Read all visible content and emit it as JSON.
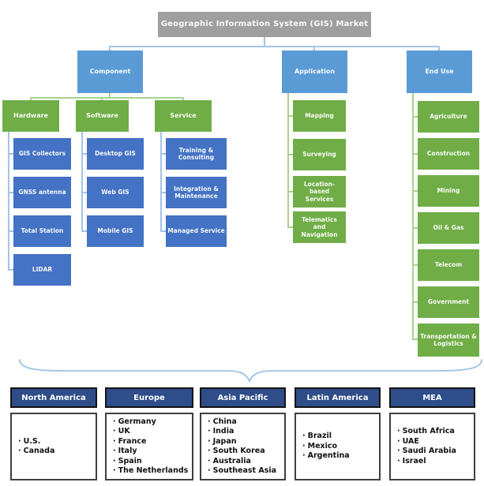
{
  "root": {
    "label": "Geographic Information System (GIS) Market"
  },
  "tree": {
    "branches": [
      {
        "label": "Component",
        "groups": [
          {
            "label": "Hardware",
            "children": [
              "GIS Collectors",
              "GNSS antenna",
              "Total Station",
              "LIDAR"
            ]
          },
          {
            "label": "Software",
            "children": [
              "Desktop GIS",
              "Web GIS",
              "Mobile GIS"
            ]
          },
          {
            "label": "Service",
            "children": [
              "Training & Consulting",
              "Integration & Maintenance",
              "Managed Service"
            ]
          }
        ]
      },
      {
        "label": "Application",
        "children": [
          "Mapping",
          "Surveying",
          "Location-based Services",
          "Telematics and Navigation"
        ]
      },
      {
        "label": "End Use",
        "children": [
          "Agriculture",
          "Construction",
          "Mining",
          "Oil & Gas",
          "Telecom",
          "Government",
          "Transportation & Logistics"
        ]
      }
    ]
  },
  "regions": [
    {
      "label": "North America",
      "countries": [
        "U.S.",
        "Canada"
      ]
    },
    {
      "label": "Europe",
      "countries": [
        "Germany",
        "UK",
        "France",
        "Italy",
        "Spain",
        "The Netherlands"
      ]
    },
    {
      "label": "Asia Pacific",
      "countries": [
        "China",
        "India",
        "Japan",
        "South Korea",
        "Australia",
        "Southeast Asia"
      ]
    },
    {
      "label": "Latin America",
      "countries": [
        "Brazil",
        "Mexico",
        "Argentina"
      ]
    },
    {
      "label": "MEA",
      "countries": [
        "South Africa",
        "UAE",
        "Saudi Arabia",
        "Israel"
      ]
    }
  ],
  "colors": {
    "root_gray": "#9f9f9f",
    "branch_blue": "#5b9bd5",
    "group_green": "#70ad47",
    "leaf_blue": "#4472c4",
    "region_header_navy": "#2e4d89",
    "connector_light_blue": "#a3c4e8",
    "connector_light_green": "#a9d18e"
  }
}
